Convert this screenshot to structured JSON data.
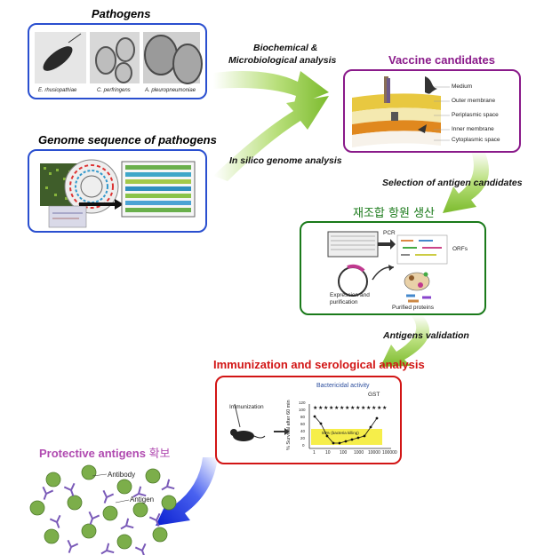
{
  "pathogens": {
    "title": "Pathogens",
    "images": [
      {
        "caption": "E. rhusiopathiae"
      },
      {
        "caption": "C. perfringens"
      },
      {
        "caption": "A. pleuropneumoniae"
      }
    ]
  },
  "genome": {
    "title": "Genome sequence of pathogens"
  },
  "arrows": {
    "biochem_line1": "Biochemical &",
    "biochem_line2": "Microbiological analysis",
    "insilico": "In silico genome analysis",
    "selection": "Selection of antigen candidates",
    "validation": "Antigens validation"
  },
  "vaccine": {
    "title": "Vaccine candidates",
    "layers": [
      "Medium",
      "Outer membrane",
      "Periplasmic space",
      "Inner membrane",
      "Cytoplasmic space"
    ]
  },
  "recombinant": {
    "title": "재조합 항원 생산",
    "labels": {
      "pcr": "PCR",
      "orfs": "ORFs",
      "expression_line1": "Expression and",
      "expression_line2": "purification",
      "purified": "Purified proteins"
    }
  },
  "immunization": {
    "title": "Immunization and serological analysis",
    "left_label": "Immunization",
    "chart_title": "Bactericidal activity",
    "series_label": "GST",
    "ylabel": "% Survival after 60 min",
    "xticks": [
      "1",
      "10",
      "100",
      "1000",
      "10000",
      "100000"
    ],
    "yticks": [
      "0",
      "20",
      "40",
      "60",
      "80",
      "100",
      "120"
    ],
    "band_label": "50% (bacteria killing)"
  },
  "protective": {
    "title_en": "Protective antigens",
    "title_ko": "확보",
    "antibody_label": "Antibody",
    "antigen_label": "Antigen"
  },
  "colors": {
    "blue_title": "#1f3fbf",
    "purple": "#8a1a8a",
    "green": "#1a7a1a",
    "red": "#d21515",
    "protective": "#b04ab0",
    "arrow_green": "#8cc63f",
    "arrow_blue": "#1a2fd8"
  }
}
